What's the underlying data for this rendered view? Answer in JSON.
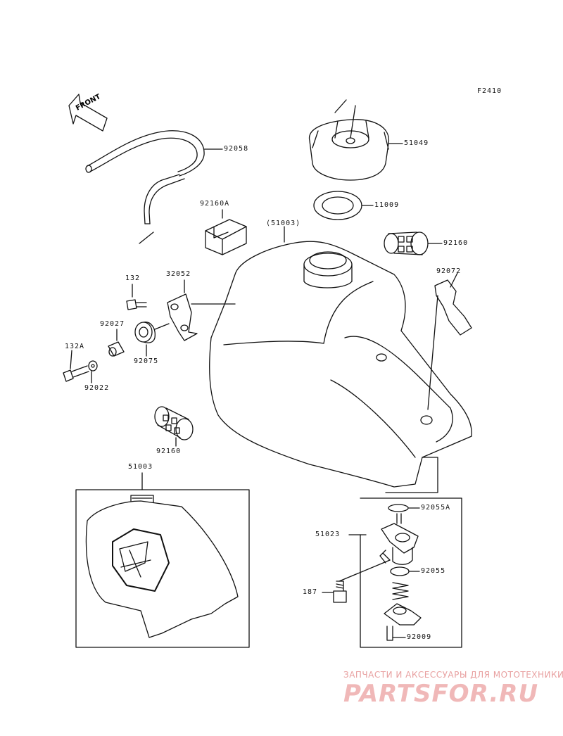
{
  "figure_code": "F2410",
  "direction_label": "FRONT",
  "parts": {
    "p92058": "92058",
    "p51049": "51049",
    "p11009": "11009",
    "p92160a": "92160A",
    "p51003_paren": "(51003)",
    "p92160_right": "92160",
    "p92072": "92072",
    "p132": "132",
    "p32052": "32052",
    "p92027": "92027",
    "p92075": "92075",
    "p132a": "132A",
    "p92022": "92022",
    "p92160_left": "92160",
    "p51003_box": "51003",
    "p92055a": "92055A",
    "p51023": "51023",
    "p92055": "92055",
    "p187": "187",
    "p92009": "92009"
  },
  "watermark": {
    "tagline": "ЗАПЧАСТИ И АКСЕССУАРЫ ДЛЯ МОТОТЕХНИКИ",
    "logo": "PARTSFOR.RU"
  }
}
